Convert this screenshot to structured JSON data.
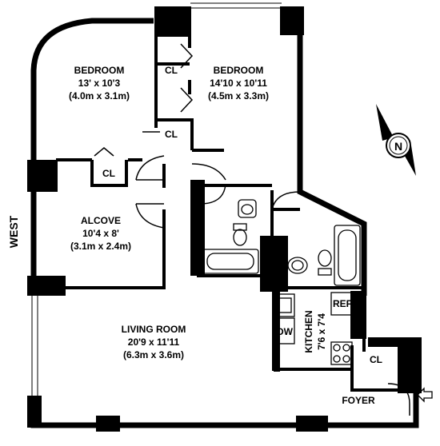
{
  "compass": {
    "letter": "N"
  },
  "side_label": "WEST",
  "rooms": {
    "bedroom1": {
      "name": "BEDROOM",
      "imperial": "13' x 10'3",
      "metric": "(4.0m x 3.1m)"
    },
    "bedroom2": {
      "name": "BEDROOM",
      "imperial": "14'10 x 10'11",
      "metric": "(4.5m x 3.3m)"
    },
    "alcove": {
      "name": "ALCOVE",
      "imperial": "10'4 x 8'",
      "metric": "(3.1m x 2.4m)"
    },
    "living": {
      "name": "LIVING ROOM",
      "imperial": "20'9 x 11'11",
      "metric": "(6.3m x 3.6m)"
    },
    "kitchen": {
      "name": "KITCHEN",
      "imperial": "7'6 x 7'4"
    },
    "foyer": {
      "name": "FOYER"
    }
  },
  "closets": {
    "cl1": "CL",
    "cl2": "CL",
    "cl3": "CL",
    "cl4": "CL"
  },
  "appliances": {
    "dishwasher": "DW",
    "refrigerator": "REF"
  }
}
